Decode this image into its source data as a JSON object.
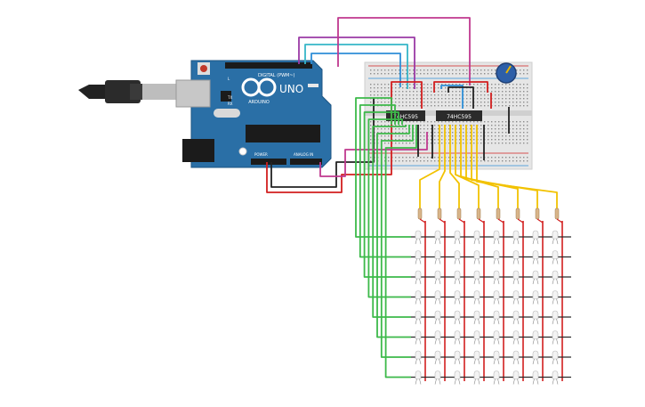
{
  "arduino": {
    "brand": "ARDUINO",
    "model": "UNO",
    "digital_label": "DIGITAL (PWM~)",
    "power_label": "POWER",
    "analog_label": "ANALOG IN",
    "led_labels": [
      "L",
      "TX",
      "RX"
    ]
  },
  "chips": [
    {
      "label": "74HC595"
    },
    {
      "label": "74HC595"
    }
  ],
  "led_matrix": {
    "rows": 8,
    "cols": 8
  },
  "colors": {
    "board": "#2a6fa6",
    "board_dark": "#1d5583",
    "wire_red": "#d21f1f",
    "wire_black": "#222222",
    "wire_green": "#3cb94a",
    "wire_yellow": "#f2c200",
    "wire_blue": "#2f8fd8",
    "wire_purple": "#9b3aa6",
    "wire_magenta": "#c0398f",
    "wire_cyan": "#36b6c8",
    "breadboard": "#e6e6e6",
    "pot": "#2d5fa8"
  }
}
